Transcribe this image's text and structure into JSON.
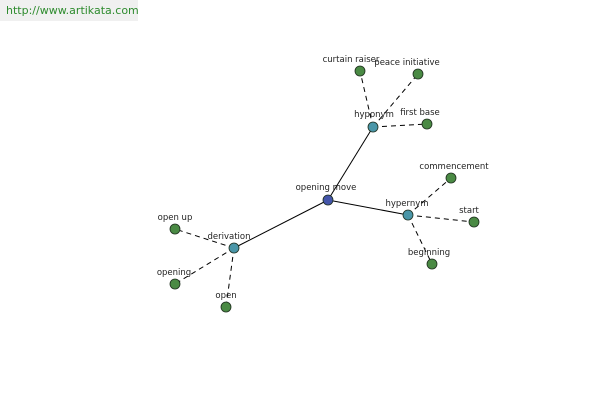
{
  "watermark": {
    "url": "http://www.artikata.com"
  },
  "colors": {
    "root": "#4455aa",
    "relation": "#4a96a8",
    "leaf": "#4a8a44",
    "node_stroke": "#1e2e1e"
  },
  "graph": {
    "nodes": [
      {
        "id": "root",
        "label": "opening move",
        "kind": "root"
      },
      {
        "id": "hypo",
        "label": "hyponym",
        "kind": "relation"
      },
      {
        "id": "hyper",
        "label": "hypernym",
        "kind": "relation"
      },
      {
        "id": "deriv",
        "label": "derivation",
        "kind": "relation"
      },
      {
        "id": "cr",
        "label": "curtain raiser",
        "kind": "leaf"
      },
      {
        "id": "pi",
        "label": "peace initiative",
        "kind": "leaf"
      },
      {
        "id": "fb",
        "label": "first base",
        "kind": "leaf"
      },
      {
        "id": "comm",
        "label": "commencement",
        "kind": "leaf"
      },
      {
        "id": "start",
        "label": "start",
        "kind": "leaf"
      },
      {
        "id": "beg",
        "label": "beginning",
        "kind": "leaf"
      },
      {
        "id": "ou",
        "label": "open up",
        "kind": "leaf"
      },
      {
        "id": "opng",
        "label": "opening",
        "kind": "leaf"
      },
      {
        "id": "open",
        "label": "open",
        "kind": "leaf"
      }
    ],
    "edges": [
      {
        "from": "root",
        "to": "hypo",
        "style": "solid"
      },
      {
        "from": "root",
        "to": "hyper",
        "style": "solid"
      },
      {
        "from": "root",
        "to": "deriv",
        "style": "solid"
      },
      {
        "from": "hypo",
        "to": "cr",
        "style": "dashed"
      },
      {
        "from": "hypo",
        "to": "pi",
        "style": "dashed"
      },
      {
        "from": "hypo",
        "to": "fb",
        "style": "dashed"
      },
      {
        "from": "hyper",
        "to": "comm",
        "style": "dashed"
      },
      {
        "from": "hyper",
        "to": "start",
        "style": "dashed"
      },
      {
        "from": "hyper",
        "to": "beg",
        "style": "dashed"
      },
      {
        "from": "deriv",
        "to": "ou",
        "style": "dashed"
      },
      {
        "from": "deriv",
        "to": "opng",
        "style": "dashed"
      },
      {
        "from": "deriv",
        "to": "open",
        "style": "dashed"
      }
    ]
  }
}
